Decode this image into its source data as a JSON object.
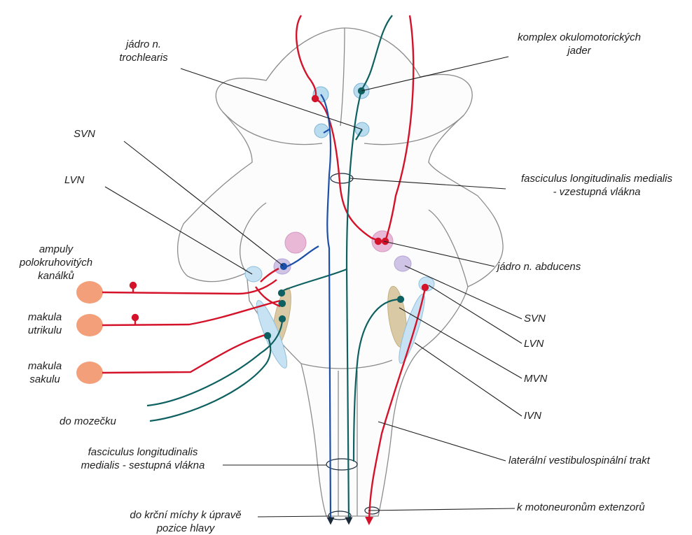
{
  "colors": {
    "vestibular_red": "#d4132a",
    "teal_fiber": "#0f6060",
    "blue_fiber": "#1c4fa8",
    "outline": "#8c8c8c",
    "label_text": "#1e1e1e",
    "receptor_orange": "#f3a07a",
    "nucleus_blue": "#b9dcef",
    "nucleus_pink": "#e8b8d6",
    "nucleus_lilac": "#cfc4e6",
    "nucleus_tan": "#d9c9a5"
  },
  "labels": {
    "trochlear_nucleus": "jádro n.\ntrochlearis",
    "oculomotor_complex": "komplex okulomotorických\njader",
    "svn_left": "SVN",
    "lvn_left": "LVN",
    "mlf_ascending": "fasciculus longitudinalis medialis\n- vzestupná vlákna",
    "ampullae": "ampuly\npolokruhovitých\nkanálků",
    "abducens_nucleus": "jádro n. abducens",
    "utricle_macula": "makula\nutrikulu",
    "svn_right": "SVN",
    "lvn_right": "LVN",
    "saccule_macula": "makula\nsakulu",
    "mvn": "MVN",
    "ivn": "IVN",
    "to_cerebellum": "do mozečku",
    "mlf_descending": "fasciculus longitudinalis\nmedialis - sestupná vlákna",
    "lateral_vestibulospinal": "laterální vestibulospinální trakt",
    "to_cervical_cord": "do krční míchy k úpravě\npozice hlavy",
    "to_extensor_motoneurons": "k motoneuronům extenzorů"
  }
}
